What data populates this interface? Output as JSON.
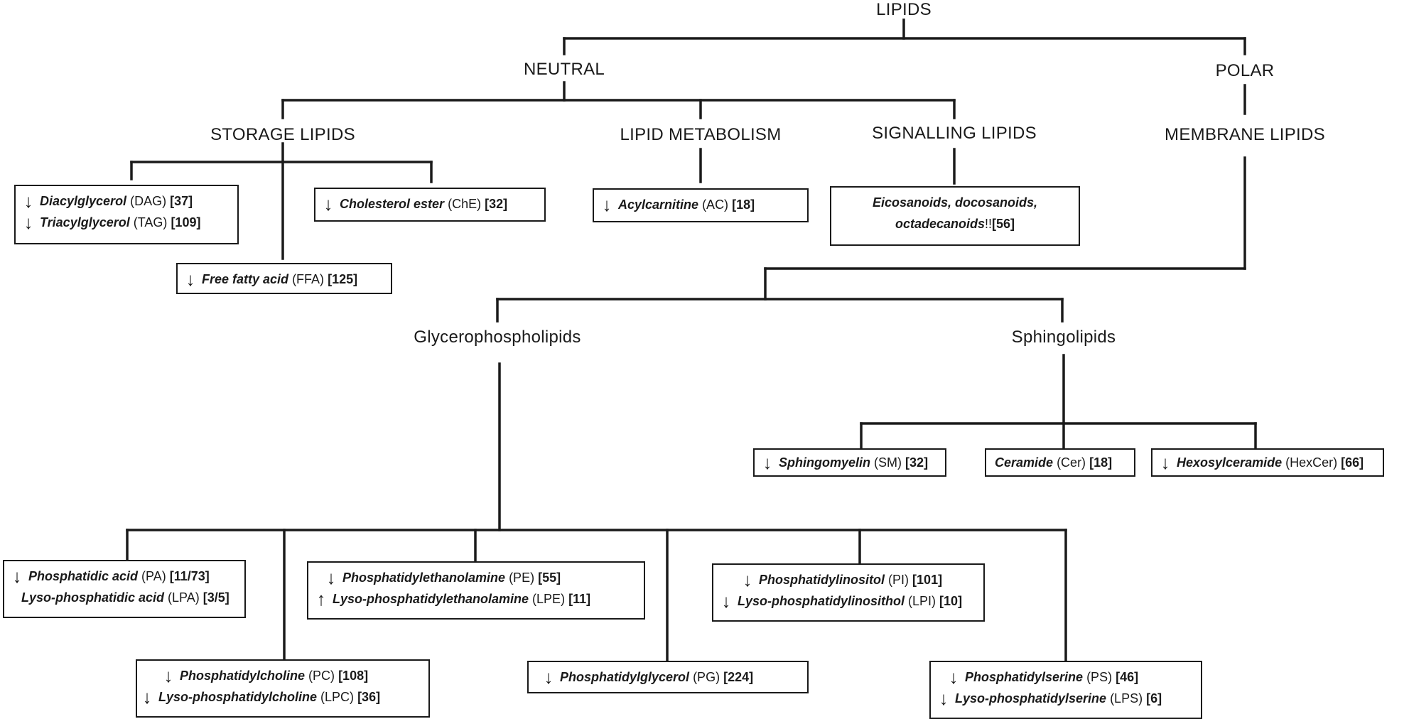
{
  "headers": {
    "lipids": "LIPIDS",
    "neutral": "NEUTRAL",
    "polar": "POLAR",
    "storage": "STORAGE LIPIDS",
    "metabolism": "LIPID METABOLISM",
    "signalling": "SIGNALLING LIPIDS",
    "membrane": "MEMBRANE LIPIDS",
    "glycero": "Glycerophospholipids",
    "sphingo": "Sphingolipids"
  },
  "boxes": {
    "dag_tag": [
      {
        "arrow": "↓",
        "name": "Diacylglycerol",
        "abbr": "(DAG)",
        "ref": "[37]"
      },
      {
        "arrow": "↓",
        "name": "Triacylglycerol",
        "abbr": "(TAG)",
        "ref": "[109]"
      }
    ],
    "che": [
      {
        "arrow": "↓",
        "name": "Cholesterol ester",
        "abbr": "(ChE)",
        "ref": "[32]"
      }
    ],
    "ffa": [
      {
        "arrow": "↓",
        "name": "Free fatty acid",
        "abbr": "(FFA)",
        "ref": "[125]"
      }
    ],
    "ac": [
      {
        "arrow": "↓",
        "name": "Acylcarnitine",
        "abbr": "(AC)",
        "ref": "[18]"
      }
    ],
    "eico": {
      "line1": "Eicosanoids, docosanoids,",
      "line2": "octadecanoids",
      "mark": "!!",
      "ref": "[56]"
    },
    "sm": [
      {
        "arrow": "↓",
        "name": "Sphingomyelin",
        "abbr": "(SM)",
        "ref": "[32]"
      }
    ],
    "cer": [
      {
        "arrow": "",
        "name": "Ceramide",
        "abbr": "(Cer)",
        "ref": "[18]"
      }
    ],
    "hexcer": [
      {
        "arrow": "↓",
        "name": "Hexosylceramide",
        "abbr": "(HexCer)",
        "ref": "[66]"
      }
    ],
    "pa": [
      {
        "arrow": "↓",
        "name": "Phosphatidic acid",
        "abbr": "(PA)",
        "ref": "[11/73]"
      },
      {
        "arrow": "",
        "name": "Lyso-phosphatidic acid",
        "abbr": "(LPA)",
        "ref": "[3/5]"
      }
    ],
    "pe": [
      {
        "arrow": "↓",
        "name": "Phosphatidylethanolamine",
        "abbr": "(PE)",
        "ref": "[55]"
      },
      {
        "arrow": "↑",
        "name": "Lyso-phosphatidylethanolamine",
        "abbr": "(LPE)",
        "ref": "[11]"
      }
    ],
    "pi": [
      {
        "arrow": "↓",
        "name": "Phosphatidylinositol",
        "abbr": "(PI)",
        "ref": "[101]"
      },
      {
        "arrow": "↓",
        "name": "Lyso-phosphatidylinosithol",
        "abbr": "(LPI)",
        "ref": "[10]"
      }
    ],
    "pc": [
      {
        "arrow": "↓",
        "name": "Phosphatidylcholine",
        "abbr": "(PC)",
        "ref": "[108]"
      },
      {
        "arrow": "↓",
        "name": "Lyso-phosphatidylcholine",
        "abbr": "(LPC)",
        "ref": "[36]"
      }
    ],
    "pg": [
      {
        "arrow": "↓",
        "name": "Phosphatidylglycerol",
        "abbr": "(PG)",
        "ref": "[224]"
      }
    ],
    "ps": [
      {
        "arrow": "↓",
        "name": "Phosphatidylserine",
        "abbr": "(PS)",
        "ref": "[46]"
      },
      {
        "arrow": "↓",
        "name": "Lyso-phosphatidylserine",
        "abbr": "(LPS)",
        "ref": "[6]"
      }
    ]
  }
}
